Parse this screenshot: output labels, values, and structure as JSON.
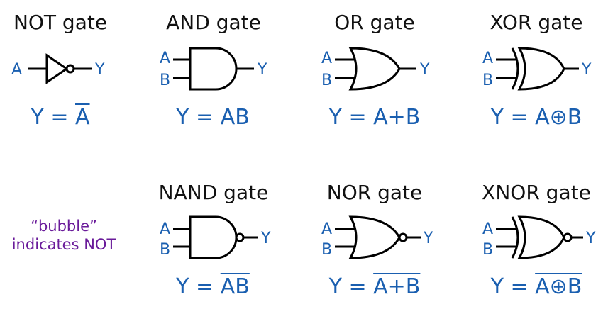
{
  "gates": {
    "not": {
      "title": "NOT gate",
      "eq_pre": "Y = ",
      "eq_over": "A",
      "eq_plain": "",
      "in_a": "A",
      "out": "Y"
    },
    "and": {
      "title": "AND gate",
      "eq_pre": "Y = ",
      "eq_plain": "AB",
      "eq_over": "",
      "in_a": "A",
      "in_b": "B",
      "out": "Y"
    },
    "or": {
      "title": "OR gate",
      "eq_pre": "Y = ",
      "eq_plain": "A+B",
      "eq_over": "",
      "in_a": "A",
      "in_b": "B",
      "out": "Y"
    },
    "xor": {
      "title": "XOR gate",
      "eq_pre": "Y = ",
      "eq_plain": "A⊕B",
      "eq_over": "",
      "in_a": "A",
      "in_b": "B",
      "out": "Y"
    },
    "nand": {
      "title": "NAND gate",
      "eq_pre": "Y = ",
      "eq_over": "AB",
      "eq_plain": "",
      "in_a": "A",
      "in_b": "B",
      "out": "Y"
    },
    "nor": {
      "title": "NOR gate",
      "eq_pre": "Y = ",
      "eq_over": "A+B",
      "eq_plain": "",
      "in_a": "A",
      "in_b": "B",
      "out": "Y"
    },
    "xnor": {
      "title": "XNOR gate",
      "eq_pre": "Y = ",
      "eq_over": "A⊕B",
      "eq_plain": "",
      "in_a": "A",
      "in_b": "B",
      "out": "Y"
    }
  },
  "note": {
    "line1": "“bubble”",
    "line2": "indicates NOT"
  },
  "colors": {
    "signal": "#1a5fb0",
    "note": "#6a1b9a",
    "text": "#111111",
    "stroke": "#000000"
  }
}
